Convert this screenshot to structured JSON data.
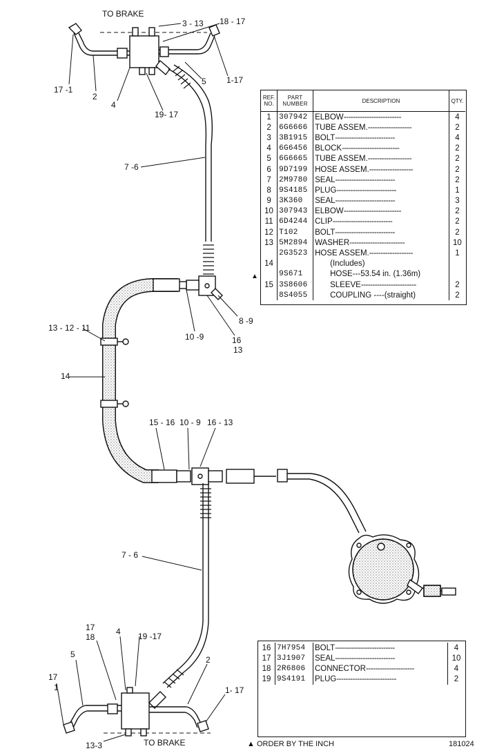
{
  "labels": {
    "to_brake_top": "TO BRAKE",
    "to_brake_bottom": "TO BRAKE",
    "l_3_13_top": "3 - 13",
    "l_18_17_top": "18 - 17",
    "l_17_1_top": "17 -1",
    "l_2_top": "2",
    "l_4_top": "4",
    "l_19_17_top": "19- 17",
    "l_5_top": "5",
    "l_1_17_top": "1-17",
    "l_7_6_top": "7 -6",
    "l_8_9": "8 -9",
    "l_16": "16",
    "l_13": "13",
    "l_10_9_top": "10 -9",
    "l_13_12_11": "13 - 12 - 11",
    "l_14": "14",
    "l_15_16": "15 - 16",
    "l_10_9_mid": "10 - 9",
    "l_16_13": "16 - 13",
    "l_7_6_bottom": "7 - 6",
    "l_17_b": "17",
    "l_18_b": "18",
    "l_4_b": "4",
    "l_19_17_b": "19 -17",
    "l_5_b": "5",
    "l_2_b": "2",
    "l_17_bl": "17",
    "l_1_bl": "1",
    "l_1_17_b": "1- 17",
    "l_13_3_b": "13-3"
  },
  "table_top": {
    "headers": {
      "ref": "REF.\nNO.",
      "part": "PART\nNUMBER",
      "desc": "DESCRIPTION",
      "qty": "QTY."
    },
    "rows": [
      {
        "ref": "1",
        "part": "307942",
        "desc": "ELBOW",
        "qty": "4"
      },
      {
        "ref": "2",
        "part": "6G6666",
        "desc": "TUBE ASSEM.",
        "qty": "2"
      },
      {
        "ref": "3",
        "part": "3B1915",
        "desc": "BOLT",
        "qty": "4"
      },
      {
        "ref": "4",
        "part": "6G6456",
        "desc": "BLOCK",
        "qty": "2"
      },
      {
        "ref": "5",
        "part": "6G6665",
        "desc": "TUBE ASSEM.",
        "qty": "2"
      },
      {
        "ref": "6",
        "part": "9D7199",
        "desc": "HOSE ASSEM.",
        "qty": "2"
      },
      {
        "ref": "7",
        "part": "2M9780",
        "desc": "SEAL",
        "qty": "2"
      },
      {
        "ref": "8",
        "part": "9S4185",
        "desc": "PLUG",
        "qty": "1"
      },
      {
        "ref": "9",
        "part": "3K360",
        "desc": "SEAL",
        "qty": "3"
      },
      {
        "ref": "10",
        "part": "307943",
        "desc": "ELBOW",
        "qty": "2"
      },
      {
        "ref": "11",
        "part": "6D4244",
        "desc": "CLIP",
        "qty": "2"
      },
      {
        "ref": "12",
        "part": "T102",
        "desc": "BOLT",
        "qty": "2"
      },
      {
        "ref": "13",
        "part": "5M2894",
        "desc": "WASHER",
        "qty": "10"
      },
      {
        "ref": "",
        "part": "2G3523",
        "desc": "HOSE ASSEM.",
        "qty": "1"
      },
      {
        "ref": "14",
        "part": "",
        "desc": "(Includes)",
        "qty": ""
      },
      {
        "ref": "",
        "part": "9S671",
        "desc": "HOSE---53.54 in. (1.36m)",
        "qty": ""
      },
      {
        "ref": "15",
        "part": "3S8606",
        "desc": "SLEEVE",
        "qty": "2"
      },
      {
        "ref": "",
        "part": "8S4055",
        "desc": "COUPLING ----(straight)",
        "qty": "2"
      }
    ]
  },
  "table_bottom": {
    "rows": [
      {
        "ref": "16",
        "part": "7H7954",
        "desc": "BOLT",
        "qty": "4"
      },
      {
        "ref": "17",
        "part": "3J1907",
        "desc": "SEAL",
        "qty": "10"
      },
      {
        "ref": "18",
        "part": "2R6806",
        "desc": "CONNECTOR",
        "qty": "4"
      },
      {
        "ref": "19",
        "part": "9S4191",
        "desc": "PLUG",
        "qty": "2"
      }
    ]
  },
  "footnote": "▲ ORDER BY THE INCH",
  "marker": "▲",
  "figure_number": "181024"
}
